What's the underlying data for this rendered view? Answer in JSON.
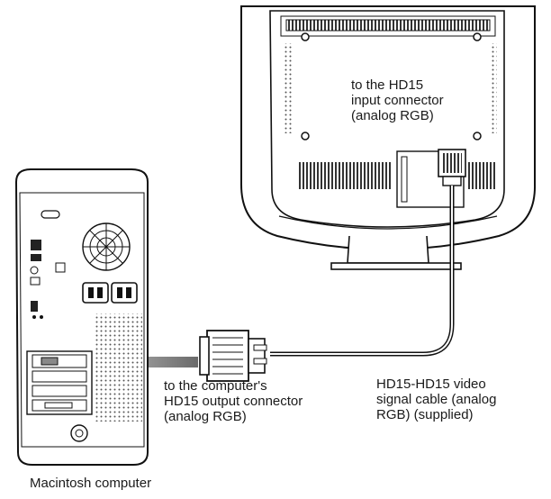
{
  "labels": {
    "monitor_connector": [
      "to the HD15",
      "input connector",
      "(analog RGB)"
    ],
    "cable": [
      "HD15-HD15 video",
      "signal cable (analog",
      "RGB) (supplied)"
    ],
    "computer_connector": [
      "to the computer's",
      "HD15 output connector",
      "(analog RGB)"
    ],
    "computer_name": "Macintosh computer"
  }
}
